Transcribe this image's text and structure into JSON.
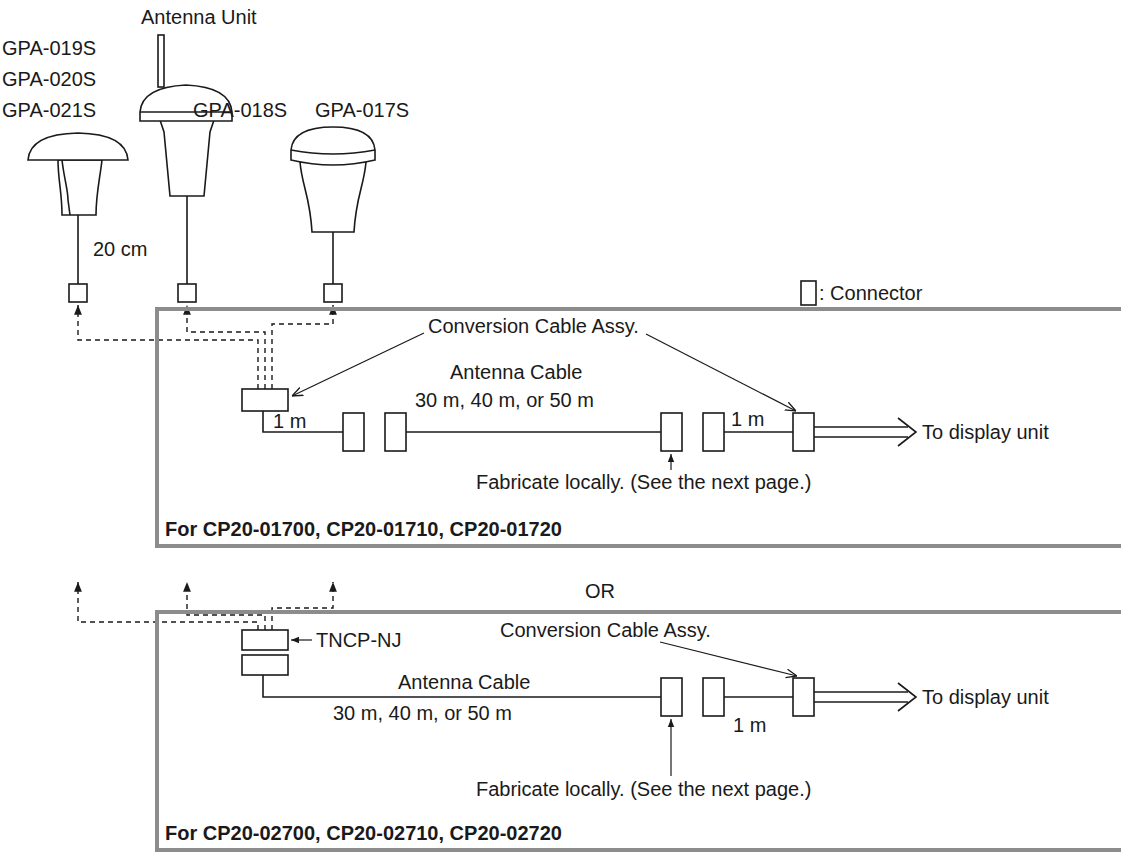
{
  "diagram": {
    "nodes": [
      {
        "text": [
          "For CP20-01700, CP20-01710, CP20-01720"
        ]
      },
      {
        "text": [
          "For CP20-02700, CP20-02710, CP20-02720"
        ]
      }
    ],
    "labels": [
      "Antenna Unit",
      "GPA-019S",
      "GPA-020S",
      "GPA-021S",
      "GPA-018S",
      "GPA-017S",
      "20 cm",
      "Conversion Cable Assy.",
      "1 m",
      "Antenna Cable",
      "30 m, 40 m, or 50 m",
      "1 m",
      "To display unit",
      "Fabricate locally. (See the next page.)",
      "OR",
      "TNCP-NJ",
      "Conversion Cable Assy.",
      "Antenna Cable",
      "30 m, 40 m, or 50 m",
      "1 m",
      "To display unit",
      "Fabricate locally. (See the next page.)"
    ],
    "legend": [
      {
        "text": ": Connector"
      }
    ]
  }
}
